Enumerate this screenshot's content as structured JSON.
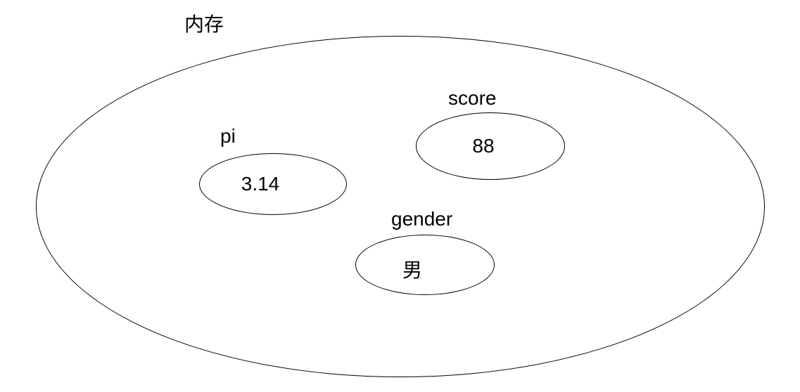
{
  "diagram": {
    "title": "内存",
    "variables": [
      {
        "name": "pi",
        "value": "3.14"
      },
      {
        "name": "score",
        "value": "88"
      },
      {
        "name": "gender",
        "value": "男"
      }
    ],
    "colors": {
      "background": "#ffffff",
      "stroke": "#000000",
      "text": "#000000"
    }
  }
}
